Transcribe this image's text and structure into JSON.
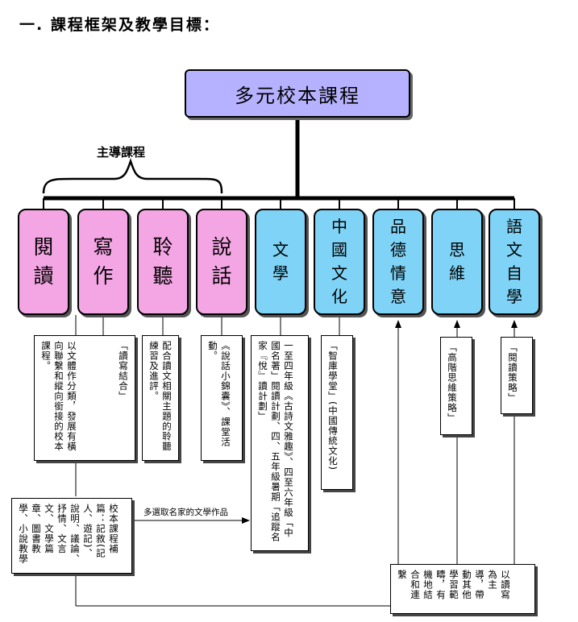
{
  "heading": "一.  課程框架及教學目標：",
  "root": "多元校本課程",
  "lead_label": "主導課程",
  "nodes": [
    {
      "id": "reading",
      "label": "閱讀",
      "color": "#f4a6e4"
    },
    {
      "id": "writing",
      "label": "寫作",
      "color": "#f4a6e4"
    },
    {
      "id": "listening",
      "label": "聆聽",
      "color": "#f4a6e4"
    },
    {
      "id": "speaking",
      "label": "說話",
      "color": "#f4a6e4"
    },
    {
      "id": "literature",
      "label": "文學",
      "color": "#7fd3f6"
    },
    {
      "id": "chinese-culture",
      "label": "中國文化",
      "color": "#7fd3f6"
    },
    {
      "id": "morality",
      "label": "品德情意",
      "color": "#7fd3f6"
    },
    {
      "id": "thinking",
      "label": "思維",
      "color": "#7fd3f6"
    },
    {
      "id": "self-learning",
      "label": "語文自學",
      "color": "#7fd3f6"
    }
  ],
  "notes": {
    "reading": "以文體作分類，發展有橫向聯繫和縱向銜接的校本課程。",
    "writing": "「讀寫結合」",
    "listening": "配合讀文相關主題的聆聽練習及進評。",
    "speaking": "《說話小錦囊》、課堂活動。",
    "literature": "一至四年級《古詩文雅趣》、四至六年級「中國名著」閱讀計劃、四、五年級暑期「追蹤名家『悅』讀計劃」",
    "chinese_culture": "「智庫學堂」(中國傳統文化)",
    "thinking": "「高階思維策略」",
    "self_learning": "「閱讀策略」",
    "supplement": "校本課程補篇：記敘(記人、遊記)、說明、議論、抒情、文言文、文學篇章、圖書教學、小說教學",
    "bottom_right": "以讀寫為主導，帶動其他學習範疇，有機地結合和連繫"
  },
  "arrow_label": "多選取名家的文學作品",
  "colors": {
    "root": "#b7b2ff",
    "lead": "#f4a6e4",
    "other": "#7fd3f6"
  }
}
